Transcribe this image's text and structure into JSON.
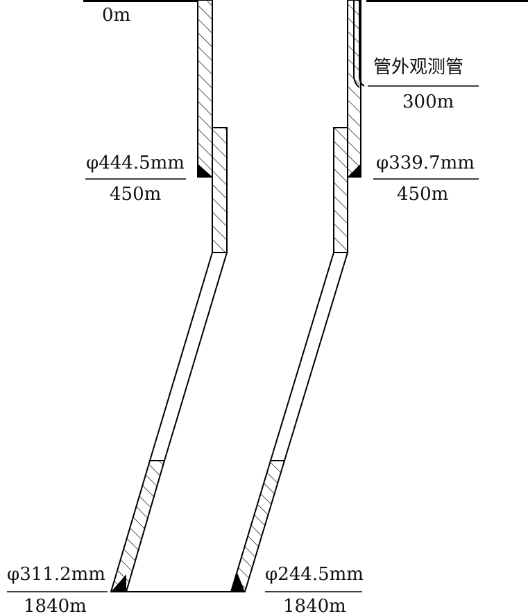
{
  "labels": {
    "surface_depth": "0m",
    "observation_pipe_name": "管外观测管",
    "observation_pipe_depth": "300m",
    "left_upper_casing_diameter": "φ444.5mm",
    "left_upper_casing_depth": "450m",
    "right_upper_casing_diameter": "φ339.7mm",
    "right_upper_casing_depth": "450m",
    "left_lower_casing_diameter": "φ311.2mm",
    "left_lower_casing_depth": "1840m",
    "right_lower_casing_diameter": "φ244.5mm",
    "right_lower_casing_depth": "1840m"
  },
  "colors": {
    "line": "#000000",
    "hatch": "#000000",
    "background": "#ffffff"
  }
}
